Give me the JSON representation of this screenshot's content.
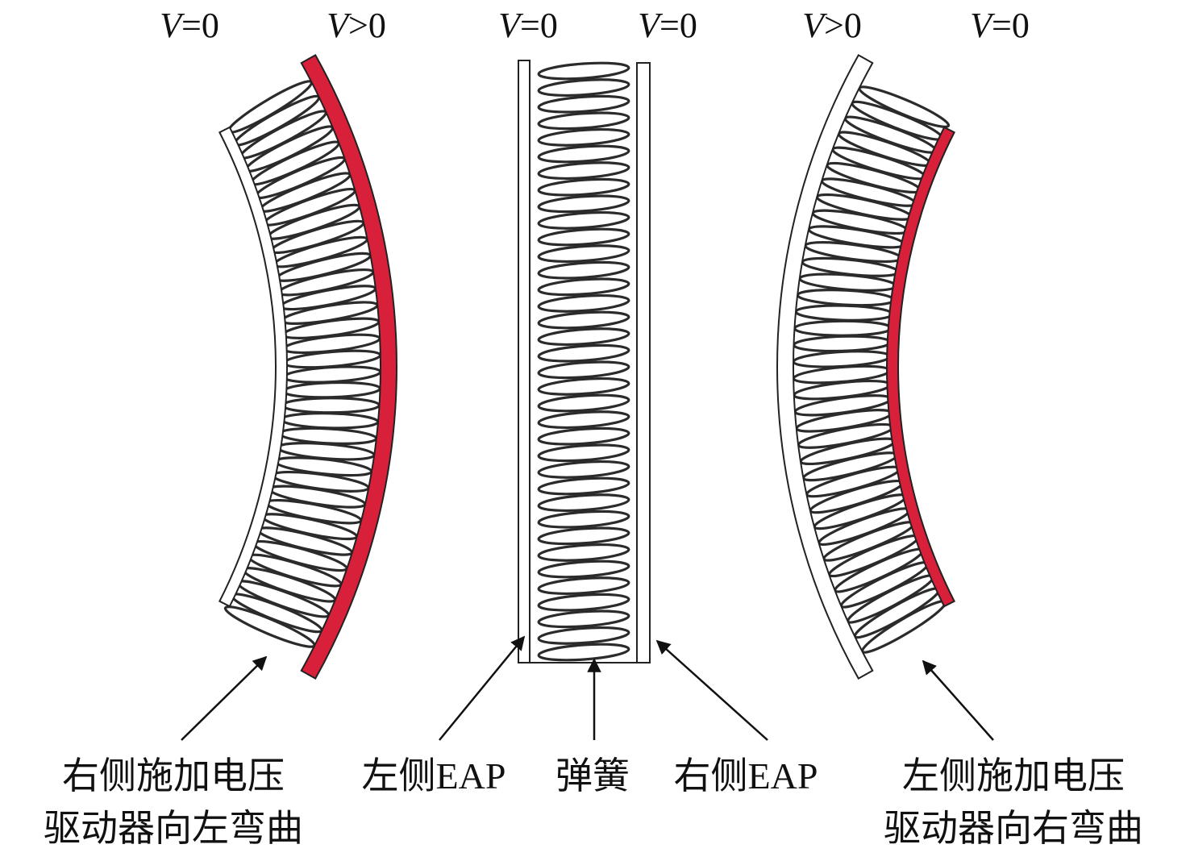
{
  "voltage_labels": {
    "left_actuator": {
      "left": {
        "var": "V",
        "op": "=0"
      },
      "right": {
        "var": "V",
        "op": ">0"
      }
    },
    "center_actuator": {
      "left": {
        "var": "V",
        "op": "=0"
      },
      "right": {
        "var": "V",
        "op": "=0"
      }
    },
    "right_actuator": {
      "left": {
        "var": "V",
        "op": ">0"
      },
      "right": {
        "var": "V",
        "op": "=0"
      }
    }
  },
  "callouts": {
    "left_caption_line1": "右侧施加电压",
    "left_caption_line2": "驱动器向左弯曲",
    "left_eap": "左侧EAP",
    "spring": "弹簧",
    "right_eap": "右侧EAP",
    "right_caption_line1": "左侧施加电压",
    "right_caption_line2": "驱动器向右弯曲"
  },
  "colors": {
    "active_eap": "#d8203a",
    "inactive_eap": "#ffffff",
    "spring": "#2b2b2b",
    "outline": "#222222"
  }
}
